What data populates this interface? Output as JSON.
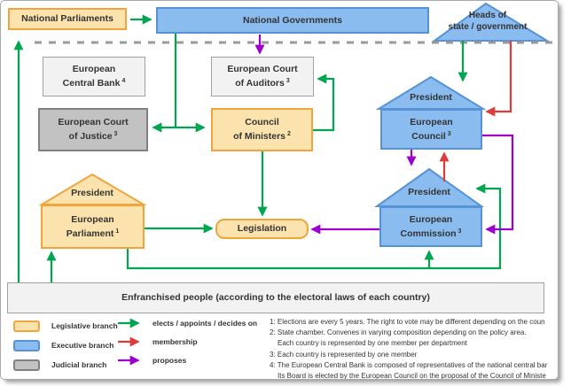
{
  "diagram": {
    "nodes": {
      "national_parliaments": {
        "label": "National Parliaments"
      },
      "national_governments": {
        "label": "National Governments"
      },
      "heads_of_state": {
        "line1": "Heads of",
        "line2": "state / government"
      },
      "ecb": {
        "line1": "European",
        "line2": "Central Bank",
        "sup": "4"
      },
      "court_auditors": {
        "line1": "European Court",
        "line2": "of Auditors",
        "sup": "3"
      },
      "court_justice": {
        "line1": "European Court",
        "line2": "of Justice",
        "sup": "3"
      },
      "council_ministers": {
        "line1": "Council",
        "line2": "of Ministers",
        "sup": "2"
      },
      "ep_president": {
        "label": "President"
      },
      "european_parliament": {
        "line1": "European",
        "line2": "Parliament",
        "sup": "1"
      },
      "legislation": {
        "label": "Legislation"
      },
      "ec_president": {
        "label": "President"
      },
      "european_council": {
        "line1": "European",
        "line2": "Council",
        "sup": "3"
      },
      "commission_president": {
        "label": "President"
      },
      "european_commission": {
        "line1": "European",
        "line2": "Commission",
        "sup": "3"
      },
      "enfranchised": {
        "label": "Enfranchised people (according to the electoral laws of each country)"
      }
    },
    "legend": {
      "branches": [
        {
          "label": "Legislative branch"
        },
        {
          "label": "Executive branch"
        },
        {
          "label": "Judicial branch"
        }
      ],
      "arrows": [
        {
          "label": "elects / appoints / decides on"
        },
        {
          "label": "membership"
        },
        {
          "label": "proposes"
        }
      ]
    },
    "footnotes": [
      {
        "text": "1: Elections are every 5 years. The right to vote may be different depending on the coun"
      },
      {
        "text": "2: State chamber. Convenes in varying composition depending on the policy area."
      },
      {
        "text": "Each country is represented by one member per department"
      },
      {
        "text": "3: Each country is represented by one member"
      },
      {
        "text": "4: The European Central Bank is composed of representatives of the national central bar"
      },
      {
        "text": "Its Board is elected by the European Council on the proposal of the Council of Ministe"
      }
    ],
    "colors": {
      "legislative_fill": "#FCE3AD",
      "legislative_border": "#EFA53C",
      "executive_fill": "#8ABCF0",
      "executive_border": "#5592D6",
      "judicial_fill": "#C2C2C2",
      "judicial_border": "#808080",
      "neutral_fill": "#F2F2F2",
      "neutral_border": "#A0A0A0",
      "arrow_green": "#00A550",
      "arrow_red": "#DE3B3B",
      "arrow_purple": "#9C00CE",
      "divider_gray": "#999999",
      "text": "#333333"
    }
  }
}
